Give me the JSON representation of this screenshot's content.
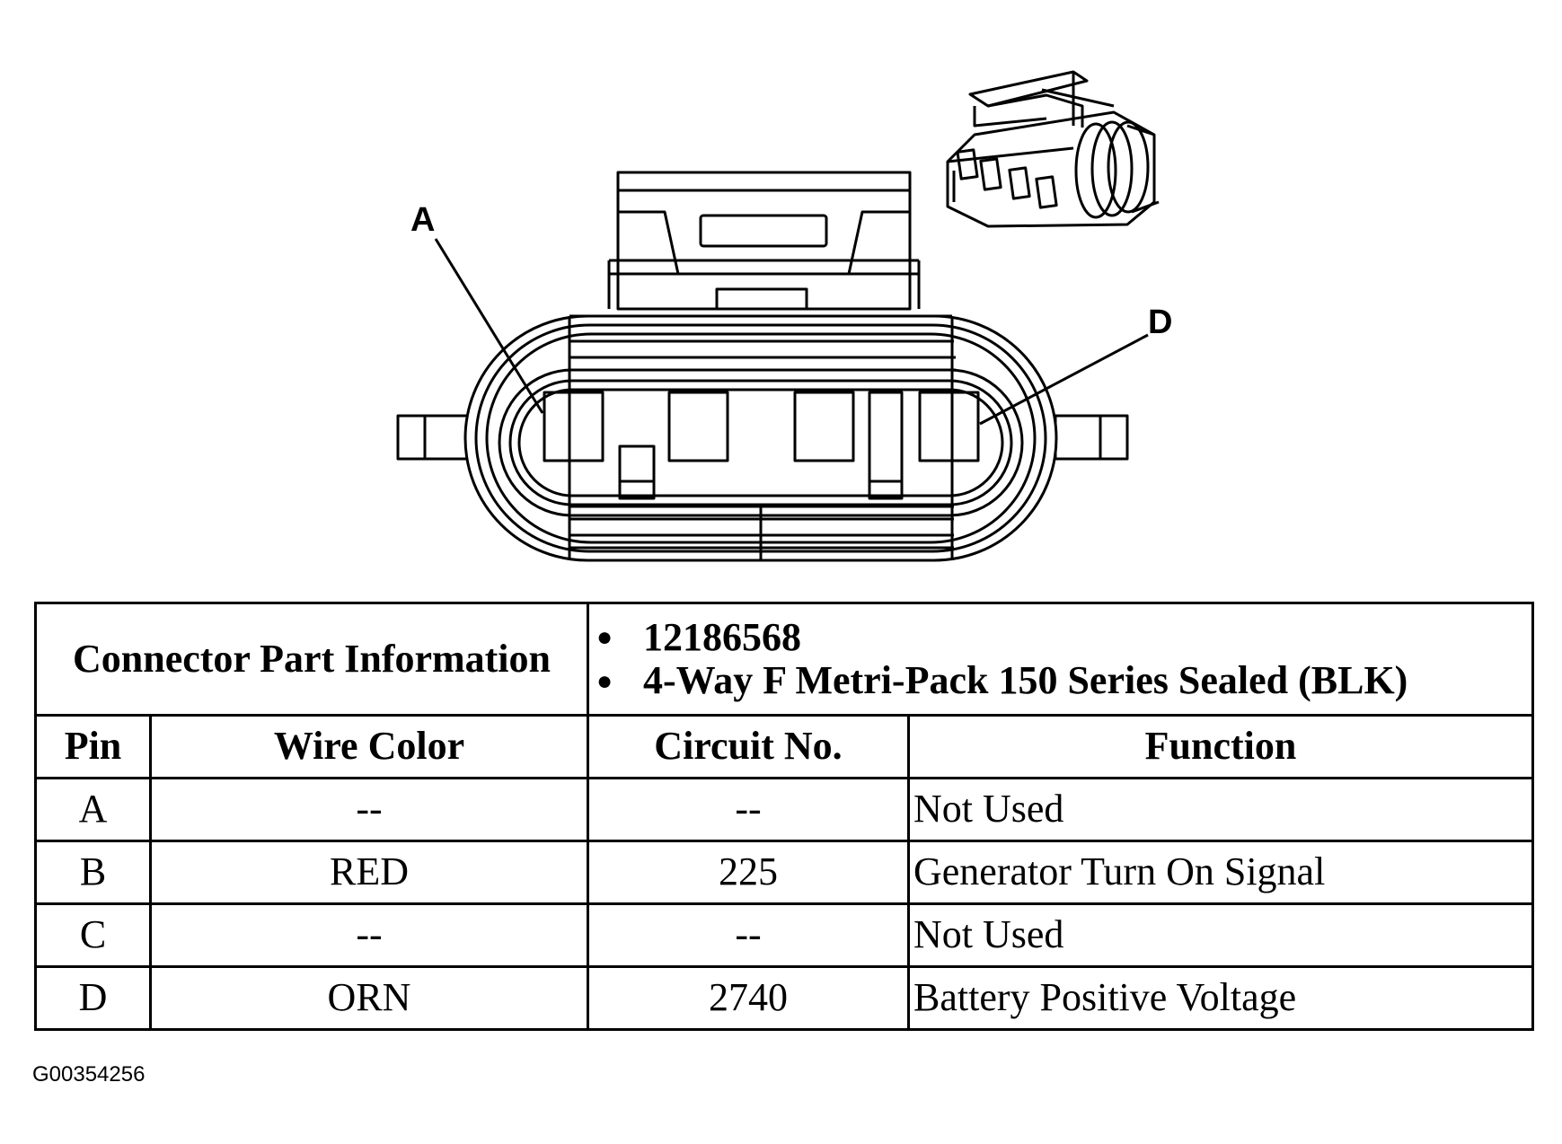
{
  "callouts": {
    "pin_a": "A",
    "pin_d": "D"
  },
  "connector_info": {
    "label": "Connector Part Information",
    "part_number": "12186568",
    "description": "4-Way F Metri-Pack 150 Series Sealed (BLK)"
  },
  "table": {
    "headers": {
      "pin": "Pin",
      "wire_color": "Wire Color",
      "circuit_no": "Circuit No.",
      "function": "Function"
    },
    "rows": [
      {
        "pin": "A",
        "wire_color": "--",
        "circuit_no": "--",
        "function": "Not Used"
      },
      {
        "pin": "B",
        "wire_color": "RED",
        "circuit_no": "225",
        "function": "Generator Turn On Signal"
      },
      {
        "pin": "C",
        "wire_color": "--",
        "circuit_no": "--",
        "function": "Not Used"
      },
      {
        "pin": "D",
        "wire_color": "ORN",
        "circuit_no": "2740",
        "function": "Battery Positive Voltage"
      }
    ]
  },
  "figure_id": "G00354256"
}
